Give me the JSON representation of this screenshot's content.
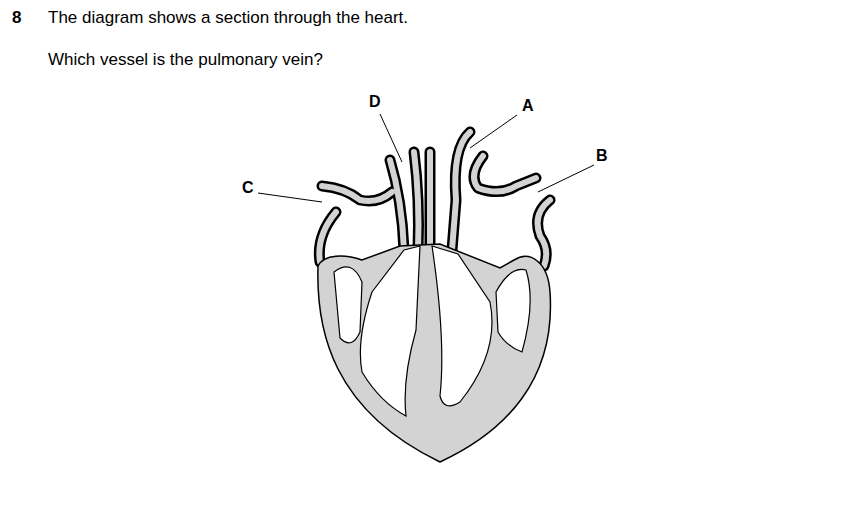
{
  "diagram": {
    "labels": [
      "8",
      "The diagram shows a section through the heart.",
      "Which vessel is the pulmonary vein?",
      "D",
      "A",
      "B",
      "C"
    ]
  }
}
